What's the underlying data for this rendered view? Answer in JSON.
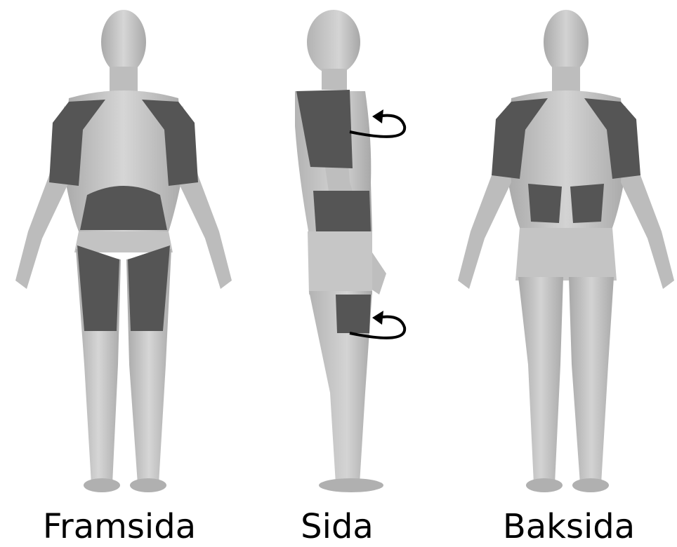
{
  "labels": {
    "front": "Framsida",
    "side": "Sida",
    "back": "Baksida"
  },
  "colors": {
    "skin": "#c9c9c9",
    "skin_shadow": "#a8a8a8",
    "highlight_region": "#555555",
    "arrow": "#000000"
  },
  "icons": [
    "rotate-arrow-icon",
    "rotate-arrow-icon"
  ]
}
